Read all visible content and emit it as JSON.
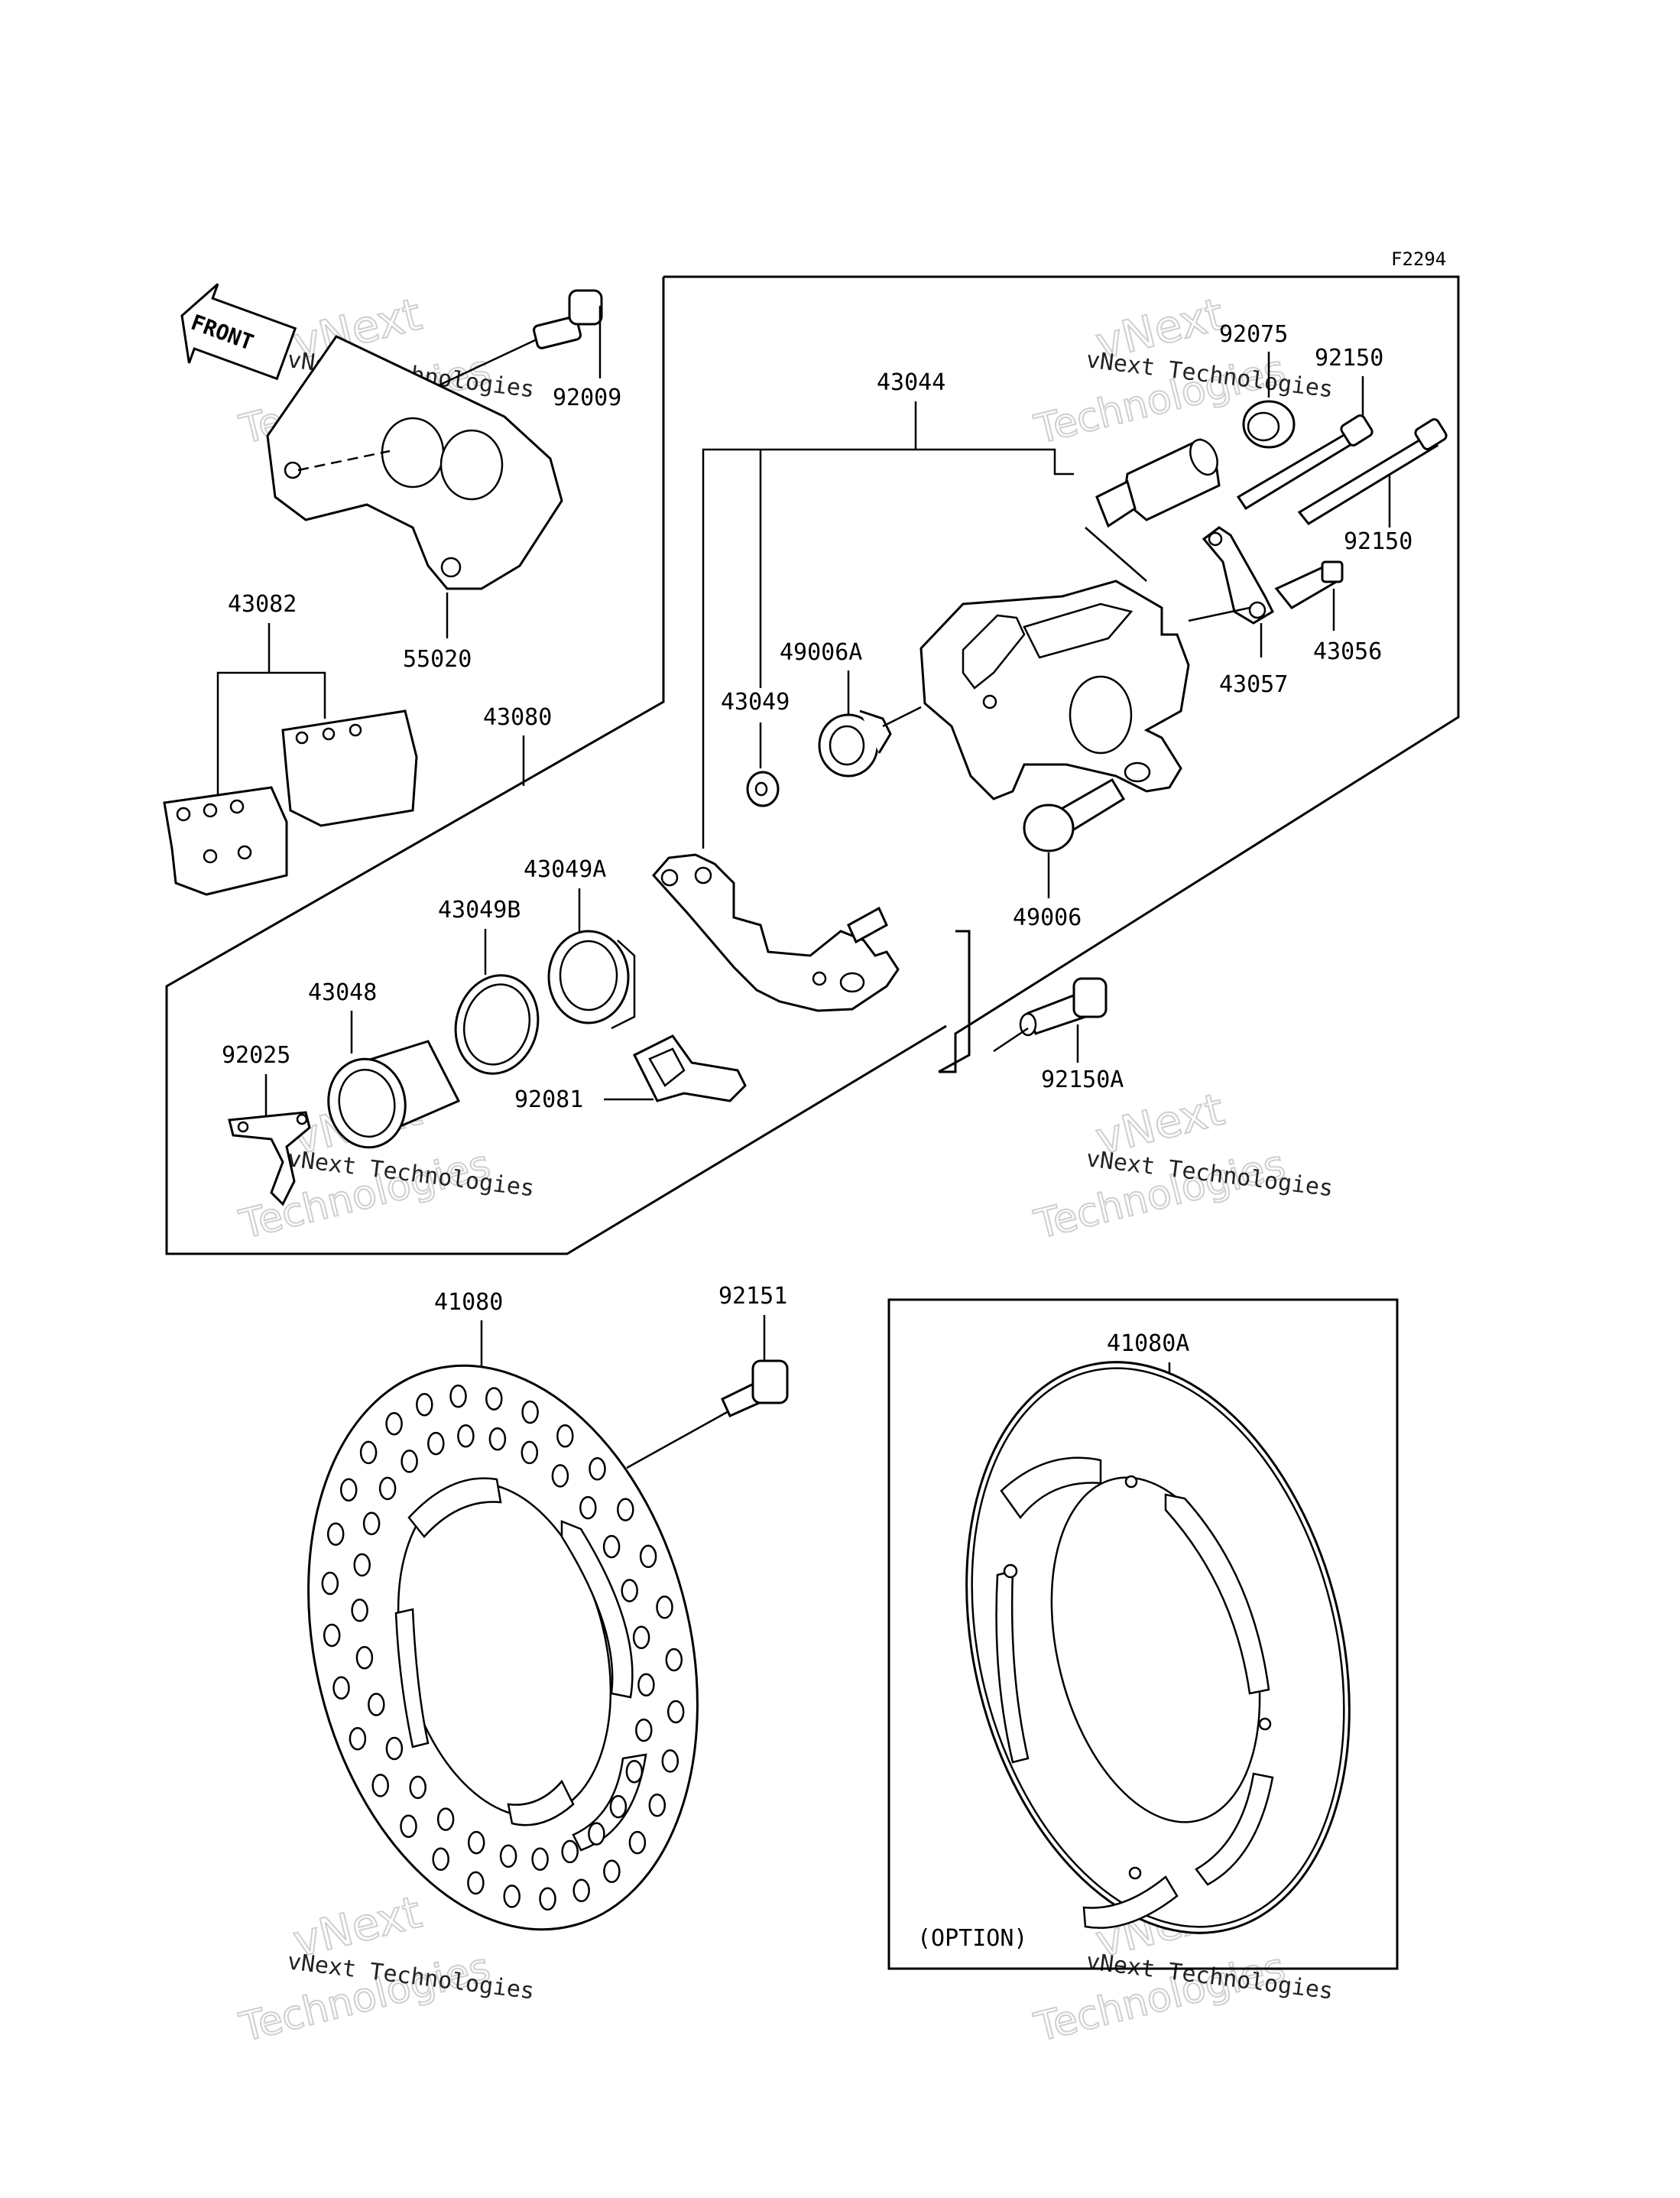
{
  "diagram_code": "F2294",
  "front_arrow_label": "FRONT",
  "option_label": "(OPTION)",
  "watermark": {
    "line1": "vNext Technologies",
    "line2": "vNext",
    "line3": "Technologies"
  },
  "parts": {
    "p92009": "92009",
    "p55020": "55020",
    "p43082": "43082",
    "p43080": "43080",
    "p43044": "43044",
    "p92075": "92075",
    "p92150_top": "92150",
    "p92150_mid": "92150",
    "p43056": "43056",
    "p43057": "43057",
    "p49006A": "49006A",
    "p43049": "43049",
    "p49006": "49006",
    "p43049A": "43049A",
    "p43049B": "43049B",
    "p43048": "43048",
    "p92025": "92025",
    "p92081": "92081",
    "p92150A": "92150A",
    "p41080": "41080",
    "p92151": "92151",
    "p41080A": "41080A"
  }
}
